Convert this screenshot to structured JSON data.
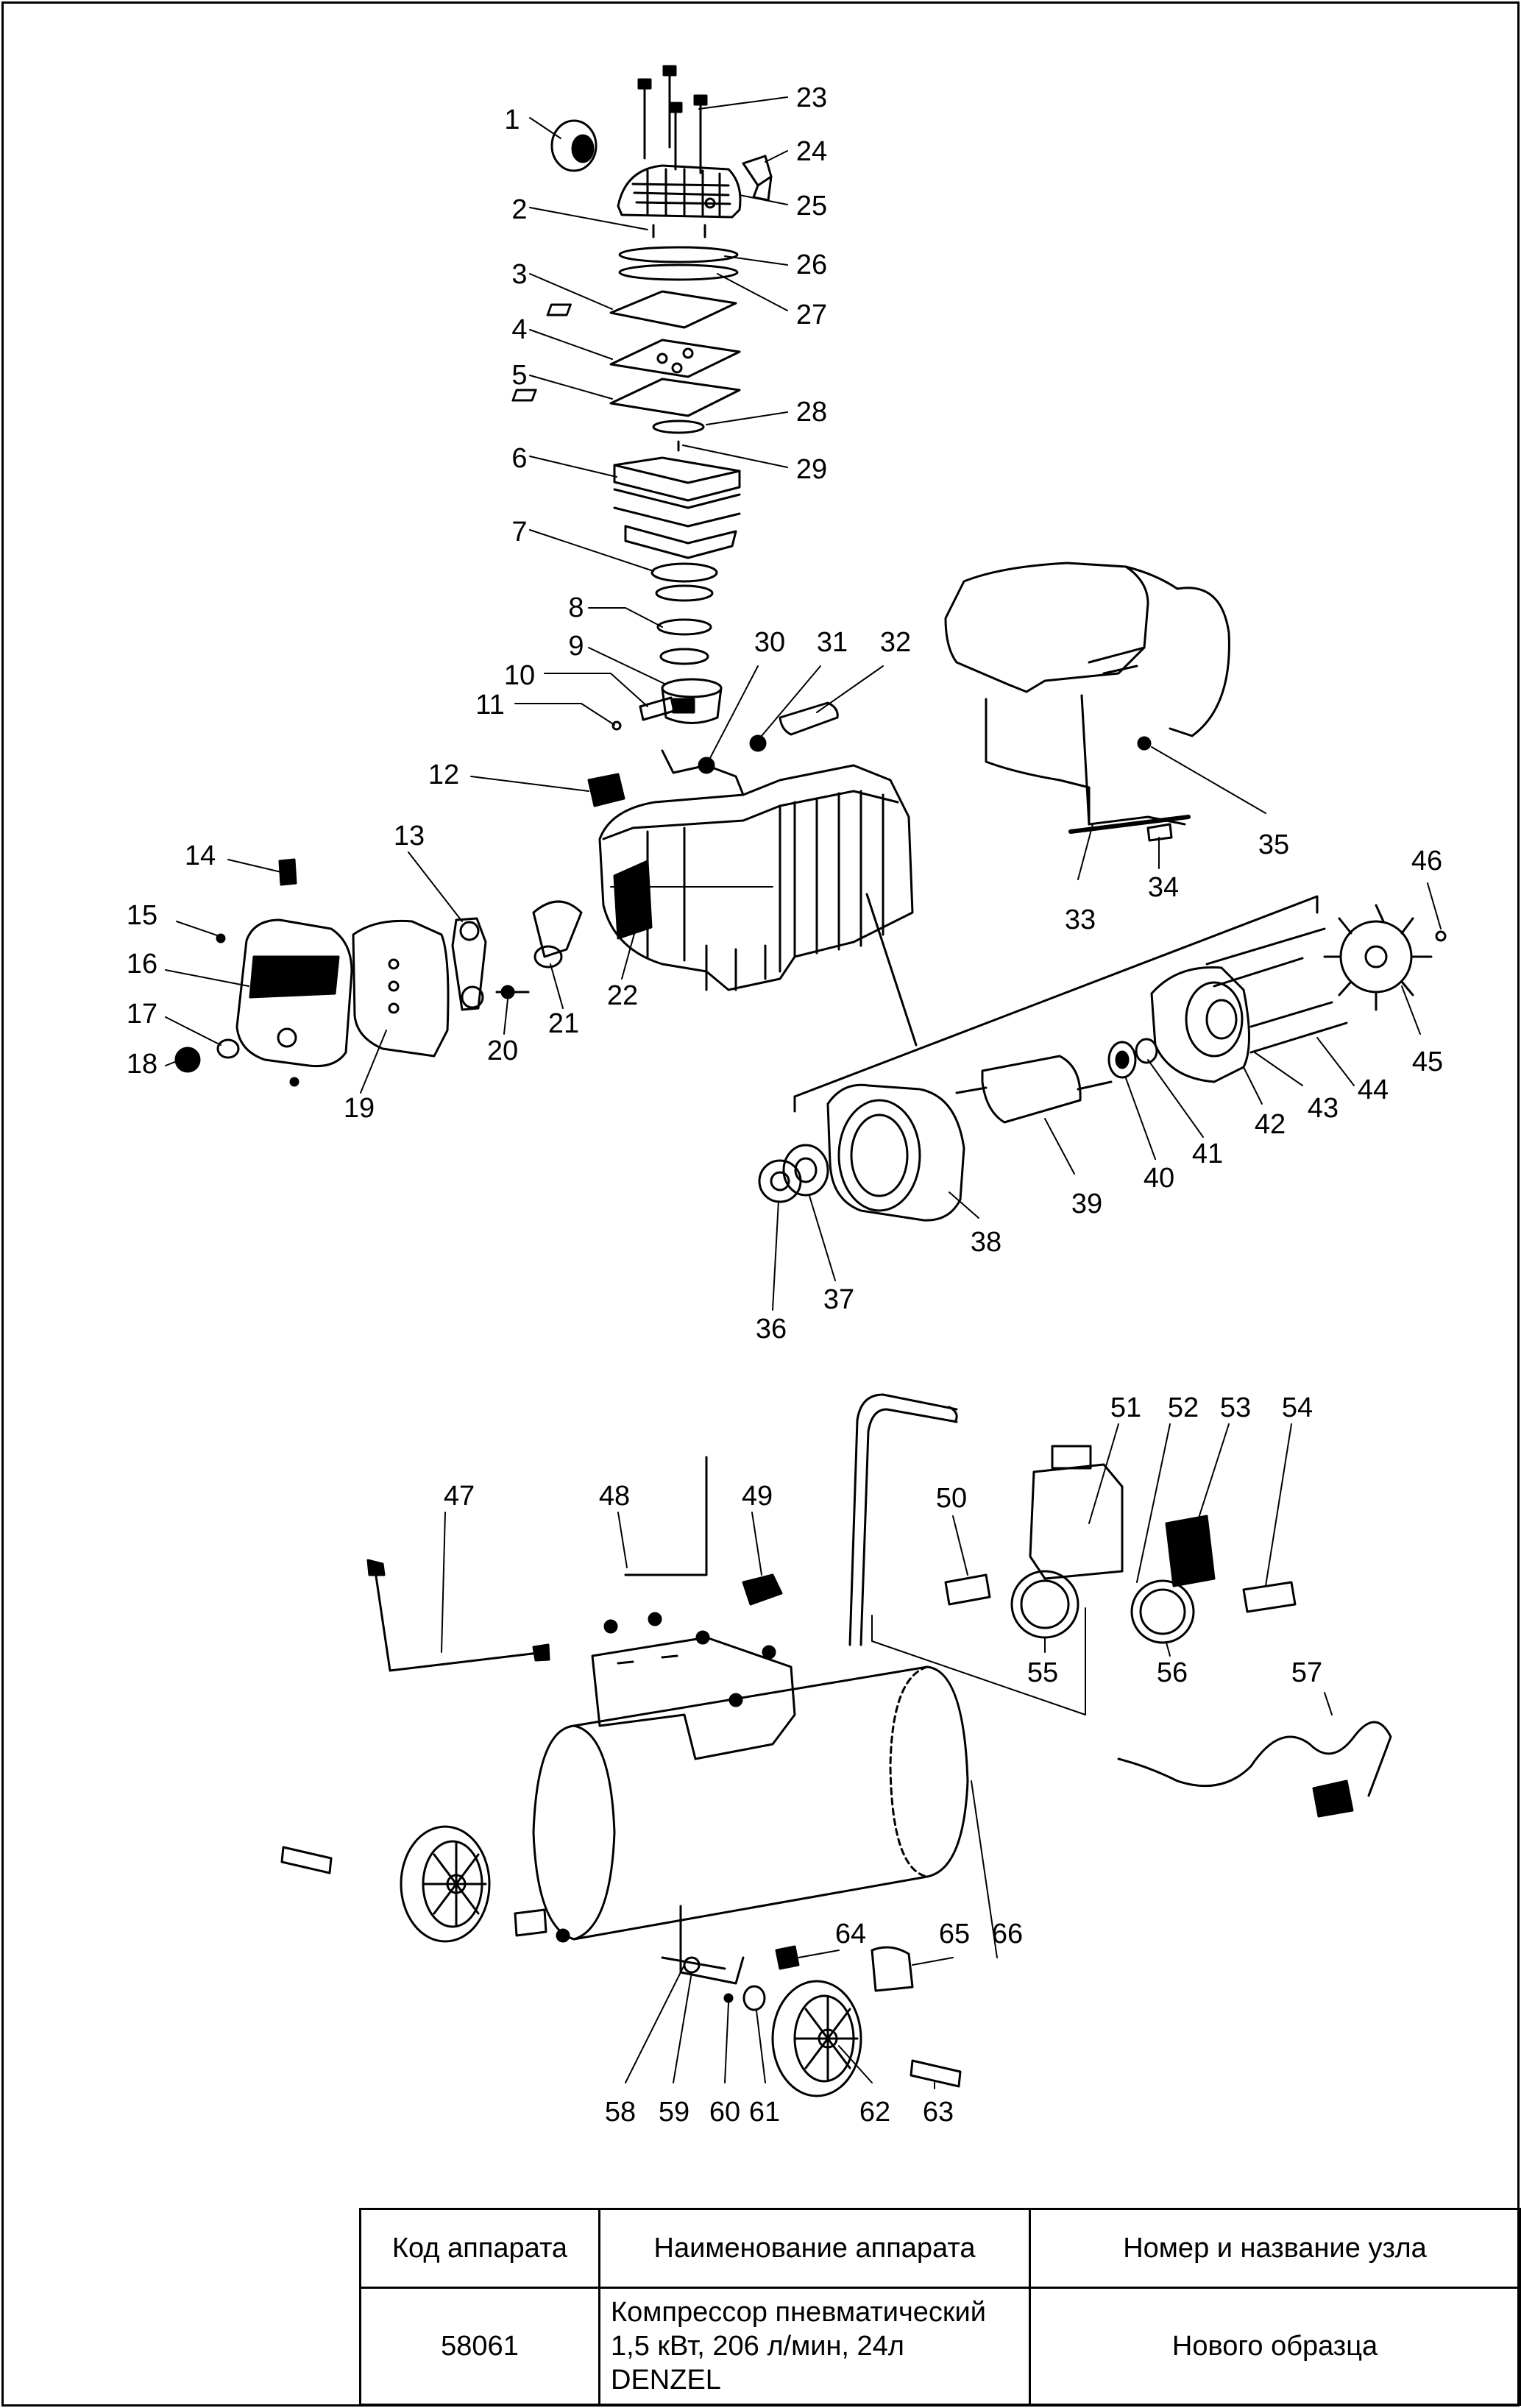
{
  "callouts": [
    "1",
    "2",
    "3",
    "4",
    "5",
    "6",
    "7",
    "8",
    "9",
    "10",
    "11",
    "12",
    "13",
    "14",
    "15",
    "16",
    "17",
    "18",
    "19",
    "20",
    "21",
    "22",
    "23",
    "24",
    "25",
    "26",
    "27",
    "28",
    "29",
    "30",
    "31",
    "32",
    "33",
    "34",
    "35",
    "36",
    "37",
    "38",
    "39",
    "40",
    "41",
    "42",
    "43",
    "44",
    "45",
    "46",
    "47",
    "48",
    "49",
    "50",
    "51",
    "52",
    "53",
    "54",
    "55",
    "56",
    "57",
    "58",
    "59",
    "60",
    "61",
    "62",
    "63",
    "64",
    "65",
    "66"
  ],
  "table": {
    "headers": {
      "code": "Код аппарата",
      "name": "Наименование аппарата",
      "unit": "Номер и название узла"
    },
    "row": {
      "code": "58061",
      "name_lines": [
        "Компрессор пневматический",
        "1,5 кВт, 206 л/мин, 24л",
        "DENZEL"
      ],
      "unit": "Нового образца"
    }
  }
}
